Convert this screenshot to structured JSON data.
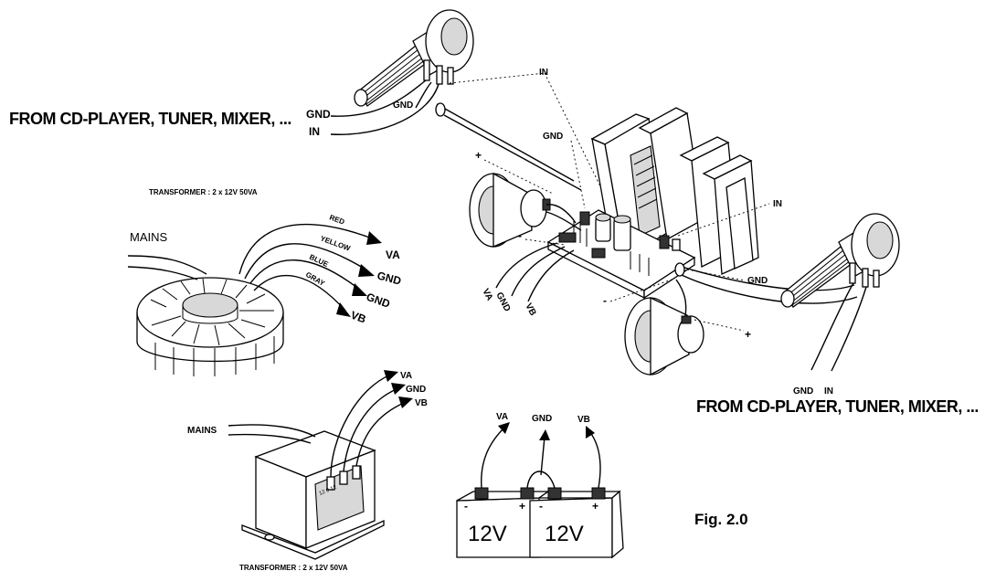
{
  "labels": {
    "source_left": "FROM CD-PLAYER, TUNER, MIXER, ...",
    "source_right": "FROM CD-PLAYER, TUNER, MIXER, ...",
    "gnd": "GND",
    "in": "IN",
    "plus": "+",
    "minus": "-",
    "va": "VA",
    "vb": "VB",
    "mains": "MAINS",
    "transformer": "TRANSFORMER : 2 x 12V  50VA",
    "wire_red": "RED",
    "wire_yellow": "YELLOW",
    "wire_blue": "BLUE",
    "wire_gray": "GRAY",
    "terminal_marks": "12  0  12",
    "battery_voltage": "12V",
    "figure_caption": "Fig. 2.0"
  }
}
